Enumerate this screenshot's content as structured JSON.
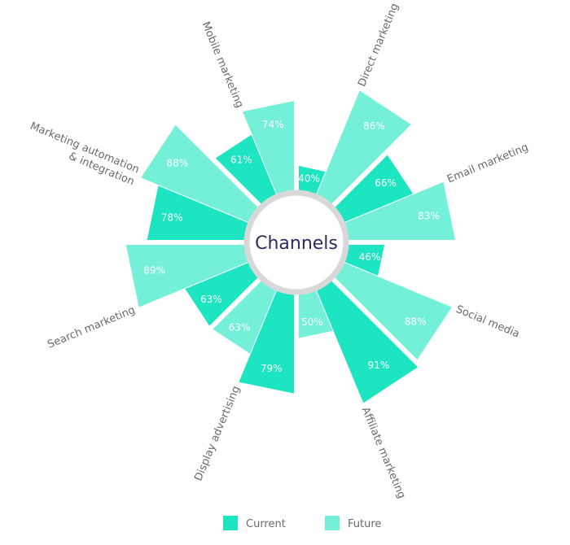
{
  "chart_data": {
    "type": "polar-bar",
    "title": "Channels",
    "categories": [
      "Direct marketing",
      "Email marketing",
      "Social media",
      "Affiliate marketing",
      "Display advertising",
      "Search marketing",
      "Marketing automation & integration",
      "Mobile marketing"
    ],
    "category_lines": [
      [
        "Direct marketing"
      ],
      [
        "Email marketing"
      ],
      [
        "Social media"
      ],
      [
        "Affiliate marketing"
      ],
      [
        "Display advertising"
      ],
      [
        "Search marketing"
      ],
      [
        "Marketing automation",
        "& integration"
      ],
      [
        "Mobile marketing"
      ]
    ],
    "series": [
      {
        "name": "Current",
        "color": "#1de5c2",
        "values": [
          40,
          66,
          46,
          91,
          79,
          63,
          78,
          61
        ]
      },
      {
        "name": "Future",
        "color": "#74f0d9",
        "values": [
          86,
          83,
          88,
          50,
          63,
          89,
          88,
          74
        ]
      }
    ],
    "value_suffix": "%",
    "rlim": [
      0,
      100
    ],
    "legend": "bottom"
  }
}
